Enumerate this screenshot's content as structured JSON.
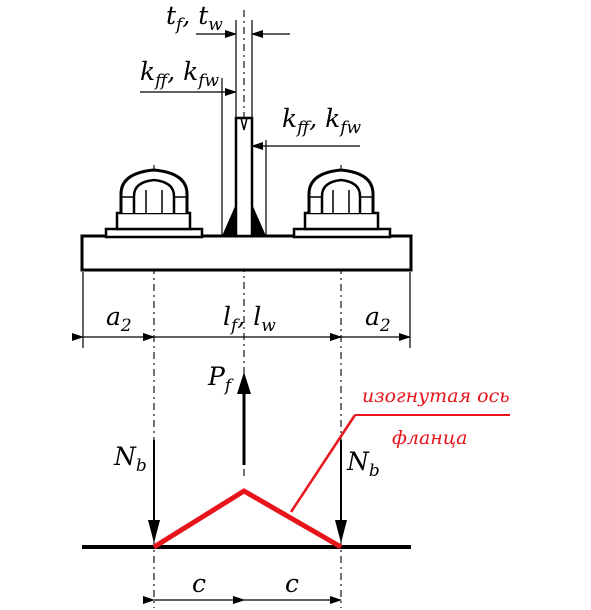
{
  "labels": {
    "tf_tw": {
      "main": "t",
      "sub1": "f",
      "sep": ", t",
      "sub2": "w"
    },
    "kff_kfw_left": {
      "main": "k",
      "sub1": "ff",
      "sep": ", k",
      "sub2": "fw"
    },
    "kff_kfw_right": {
      "main": "k",
      "sub1": "ff",
      "sep": ", k",
      "sub2": "fw"
    },
    "a2_left": {
      "main": "a",
      "sub1": "2"
    },
    "lf_lw": {
      "main": "l",
      "sub1": "f",
      "sep": ", l",
      "sub2": "w"
    },
    "a2_right": {
      "main": "a",
      "sub1": "2"
    },
    "pf": {
      "main": "P",
      "sub1": "f"
    },
    "nb_left": {
      "main": "N",
      "sub1": "b"
    },
    "nb_right": {
      "main": "N",
      "sub1": "b"
    },
    "c_left": "c",
    "c_right": "c"
  },
  "annotation": {
    "line1": "изогнутая ось",
    "line2": "фланца"
  },
  "colors": {
    "ink": "#000000",
    "accent": "#e8141b",
    "background": "#ffffff"
  }
}
